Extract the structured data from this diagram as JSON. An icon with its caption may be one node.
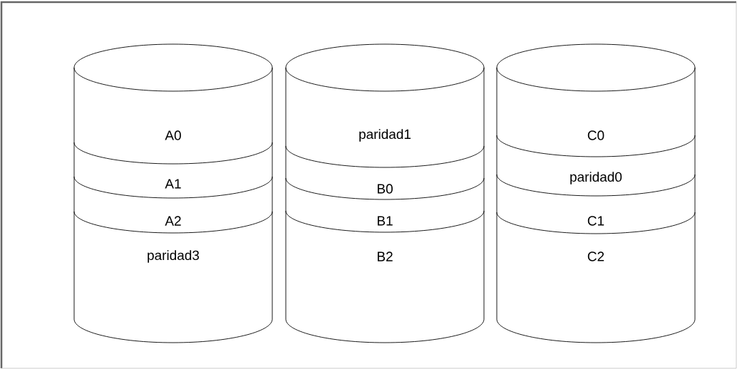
{
  "diagram": {
    "nodes": [
      {
        "text": [
          "A0",
          "A1",
          "A2",
          "paridad3"
        ]
      },
      {
        "text": [
          "paridad1",
          "B0",
          "B1",
          "B2"
        ]
      },
      {
        "text": [
          "C0",
          "paridad0",
          "C1",
          "C2"
        ]
      }
    ]
  }
}
